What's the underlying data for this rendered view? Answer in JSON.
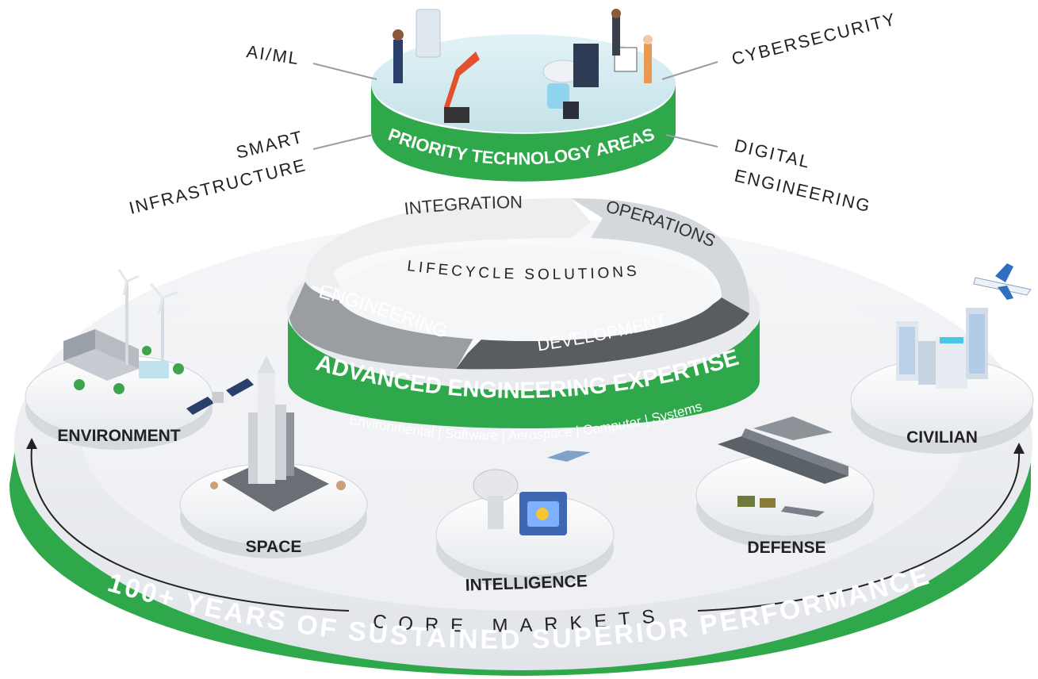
{
  "priority": {
    "title": "PRIORITY TECHNOLOGY AREAS",
    "areas": [
      "AI/ML",
      "CYBERSECURITY",
      "SMART",
      "INFRASTRUCTURE",
      "DIGITAL",
      "ENGINEERING"
    ]
  },
  "lifecycle": {
    "center": "LIFECYCLE SOLUTIONS",
    "stages": [
      "INTEGRATION",
      "OPERATIONS",
      "ENGINEERING",
      "DEVELOPMENT"
    ]
  },
  "expertise": {
    "title": "ADVANCED ENGINEERING EXPERTISE",
    "disciplines": "Environmental | Software | Aerospace | Computer | Systems"
  },
  "markets": {
    "label": "CORE MARKETS",
    "items": [
      "ENVIRONMENT",
      "SPACE",
      "INTELLIGENCE",
      "DEFENSE",
      "CIVILIAN"
    ]
  },
  "base": {
    "label": "100+ YEARS OF SUSTAINED SUPERIOR PERFORMANCE"
  },
  "colors": {
    "green": "#2ea84a",
    "dark_green": "#1f8a3a",
    "light_base": "#eef0f3",
    "gray_band": "#8a8d91",
    "dark_band": "#56595d"
  }
}
